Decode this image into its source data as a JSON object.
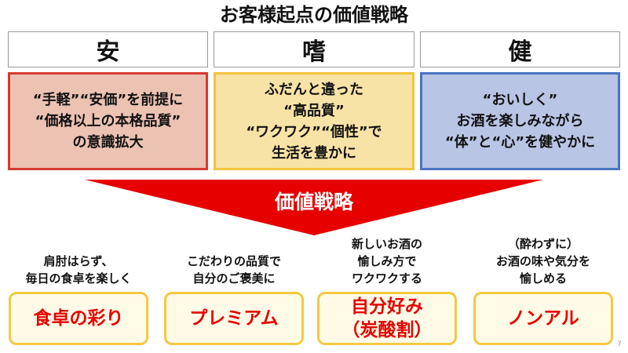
{
  "title": "お客様起点の価値戦略",
  "values": [
    {
      "kanji": "安",
      "lines": [
        "“手軽”“安価”を前提に",
        "“価格以上の本格品質”",
        "の意識拡大"
      ],
      "fill": "#ecc2b3",
      "border": "#d63b31"
    },
    {
      "kanji": "嗜",
      "lines": [
        "ふだんと違った",
        "“高品質”",
        "“ワクワク”“個性”で",
        "生活を豊かに"
      ],
      "fill": "#f8e3a6",
      "border": "#f2c43d"
    },
    {
      "kanji": "健",
      "lines": [
        "“おいしく”",
        "お酒を楽しみながら",
        "“体”と“心”を健やかに"
      ],
      "fill": "#b8c5e4",
      "border": "#4a74c1"
    }
  ],
  "strategy_label": "価値戦略",
  "arrow_color": "#e60000",
  "pillars": [
    {
      "desc": [
        "肩肘はらず、",
        "毎日の食卓を楽しく"
      ],
      "name": [
        "食卓の彩り"
      ]
    },
    {
      "desc": [
        "こだわりの品質で",
        "自分のご褒美に"
      ],
      "name": [
        "プレミアム"
      ]
    },
    {
      "desc": [
        "新しいお酒の",
        "愉しみ方で",
        "ワクワクする"
      ],
      "name": [
        "自分好み",
        "（炭酸割）"
      ]
    },
    {
      "desc": [
        "（酔わずに）",
        "お酒の味や気分を",
        "愉しめる"
      ],
      "name": [
        "ノンアル"
      ]
    }
  ],
  "pillar_colors": {
    "border": "#f4c842",
    "fill": "#fffbe6",
    "text": "#e60000"
  },
  "page_number": "7"
}
